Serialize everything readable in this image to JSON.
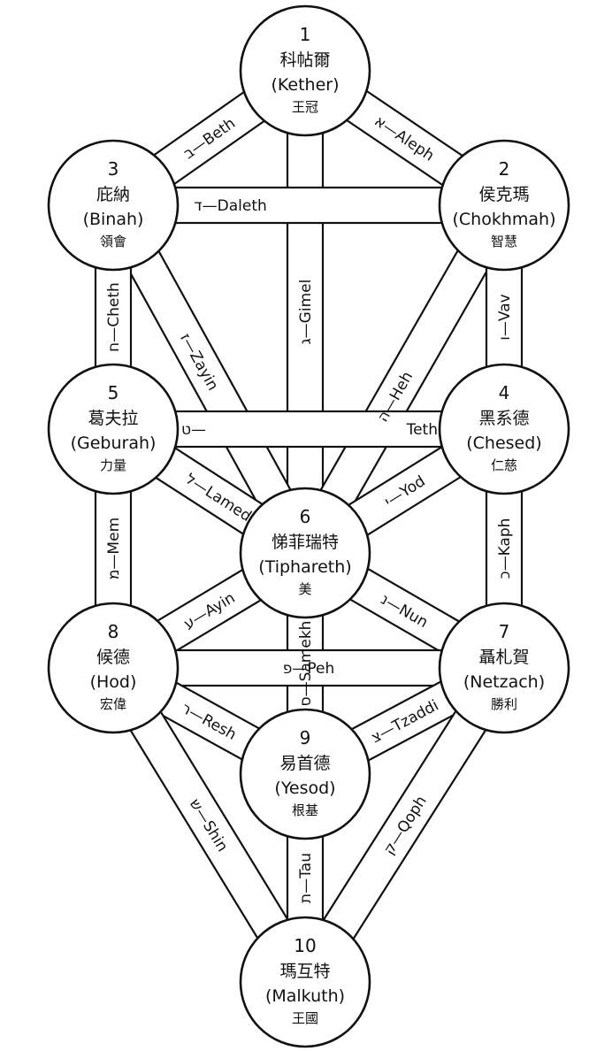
{
  "diagram": {
    "title": "Tree of Life (Sephiroth and Paths)",
    "colors": {
      "stroke": "#111111",
      "fill": "#ffffff",
      "text": "#111111"
    },
    "nodes": [
      {
        "id": 1,
        "num": "1",
        "zh": "科帖爾",
        "en": "(Kether)",
        "meaning": "王冠"
      },
      {
        "id": 2,
        "num": "2",
        "zh": "侯克瑪",
        "en": "(Chokhmah)",
        "meaning": "智慧"
      },
      {
        "id": 3,
        "num": "3",
        "zh": "庇納",
        "en": "(Binah)",
        "meaning": "領會"
      },
      {
        "id": 4,
        "num": "4",
        "zh": "黑系德",
        "en": "(Chesed)",
        "meaning": "仁慈"
      },
      {
        "id": 5,
        "num": "5",
        "zh": "葛夫拉",
        "en": "(Geburah)",
        "meaning": "力量"
      },
      {
        "id": 6,
        "num": "6",
        "zh": "悌菲瑞特",
        "en": "(Tiphareth)",
        "meaning": "美"
      },
      {
        "id": 7,
        "num": "7",
        "zh": "聶札賀",
        "en": "(Netzach)",
        "meaning": "勝利"
      },
      {
        "id": 8,
        "num": "8",
        "zh": "候德",
        "en": "(Hod)",
        "meaning": "宏偉"
      },
      {
        "id": 9,
        "num": "9",
        "zh": "易首德",
        "en": "(Yesod)",
        "meaning": "根基"
      },
      {
        "id": 10,
        "num": "10",
        "zh": "瑪互特",
        "en": "(Malkuth)",
        "meaning": "王國"
      }
    ],
    "paths": [
      {
        "from": 1,
        "to": 2,
        "letter": "א",
        "name": "Aleph",
        "label": "א—Aleph"
      },
      {
        "from": 1,
        "to": 3,
        "letter": "ב",
        "name": "Beth",
        "label": "ב—Beth"
      },
      {
        "from": 1,
        "to": 6,
        "letter": "ג",
        "name": "Gimel",
        "label": "ג—Gimel"
      },
      {
        "from": 2,
        "to": 3,
        "letter": "ד",
        "name": "Daleth",
        "label": "ד—Daleth"
      },
      {
        "from": 2,
        "to": 6,
        "letter": "ה",
        "name": "Heh",
        "label": "ה—Heh"
      },
      {
        "from": 2,
        "to": 4,
        "letter": "ו",
        "name": "Vav",
        "label": "ו—Vav"
      },
      {
        "from": 3,
        "to": 6,
        "letter": "ז",
        "name": "Zayin",
        "label": "ז—Zayin"
      },
      {
        "from": 3,
        "to": 5,
        "letter": "ח",
        "name": "Cheth",
        "label": "ח—Cheth"
      },
      {
        "from": 4,
        "to": 5,
        "letter": "ט",
        "name": "Teth",
        "label_left": "ט—",
        "label_right": "Teth"
      },
      {
        "from": 4,
        "to": 6,
        "letter": "י",
        "name": "Yod",
        "label": "י—Yod"
      },
      {
        "from": 4,
        "to": 7,
        "letter": "כ",
        "name": "Kaph",
        "label": "כ—Kaph"
      },
      {
        "from": 5,
        "to": 6,
        "letter": "ל",
        "name": "Lamed",
        "label": "ל—Lamed"
      },
      {
        "from": 5,
        "to": 8,
        "letter": "מ",
        "name": "Mem",
        "label": "מ—Mem"
      },
      {
        "from": 6,
        "to": 7,
        "letter": "נ",
        "name": "Nun",
        "label": "נ—Nun"
      },
      {
        "from": 6,
        "to": 9,
        "letter": "ס",
        "name": "Samekh",
        "label": "ס—Samekh"
      },
      {
        "from": 6,
        "to": 8,
        "letter": "ע",
        "name": "Ayin",
        "label": "ע—Ayin"
      },
      {
        "from": 7,
        "to": 8,
        "letter": "פ",
        "name": "Peh",
        "label": "פ—Peh"
      },
      {
        "from": 7,
        "to": 9,
        "letter": "צ",
        "name": "Tzaddi",
        "label": "צ—Tzaddi"
      },
      {
        "from": 7,
        "to": 10,
        "letter": "ק",
        "name": "Qoph",
        "label": "ק—Qoph"
      },
      {
        "from": 8,
        "to": 9,
        "letter": "ר",
        "name": "Resh",
        "label": "ר—Resh"
      },
      {
        "from": 8,
        "to": 10,
        "letter": "ש",
        "name": "Shin",
        "label": "ש—Shin"
      },
      {
        "from": 9,
        "to": 10,
        "letter": "ת",
        "name": "Tau",
        "label": "ת—Tau"
      }
    ]
  }
}
